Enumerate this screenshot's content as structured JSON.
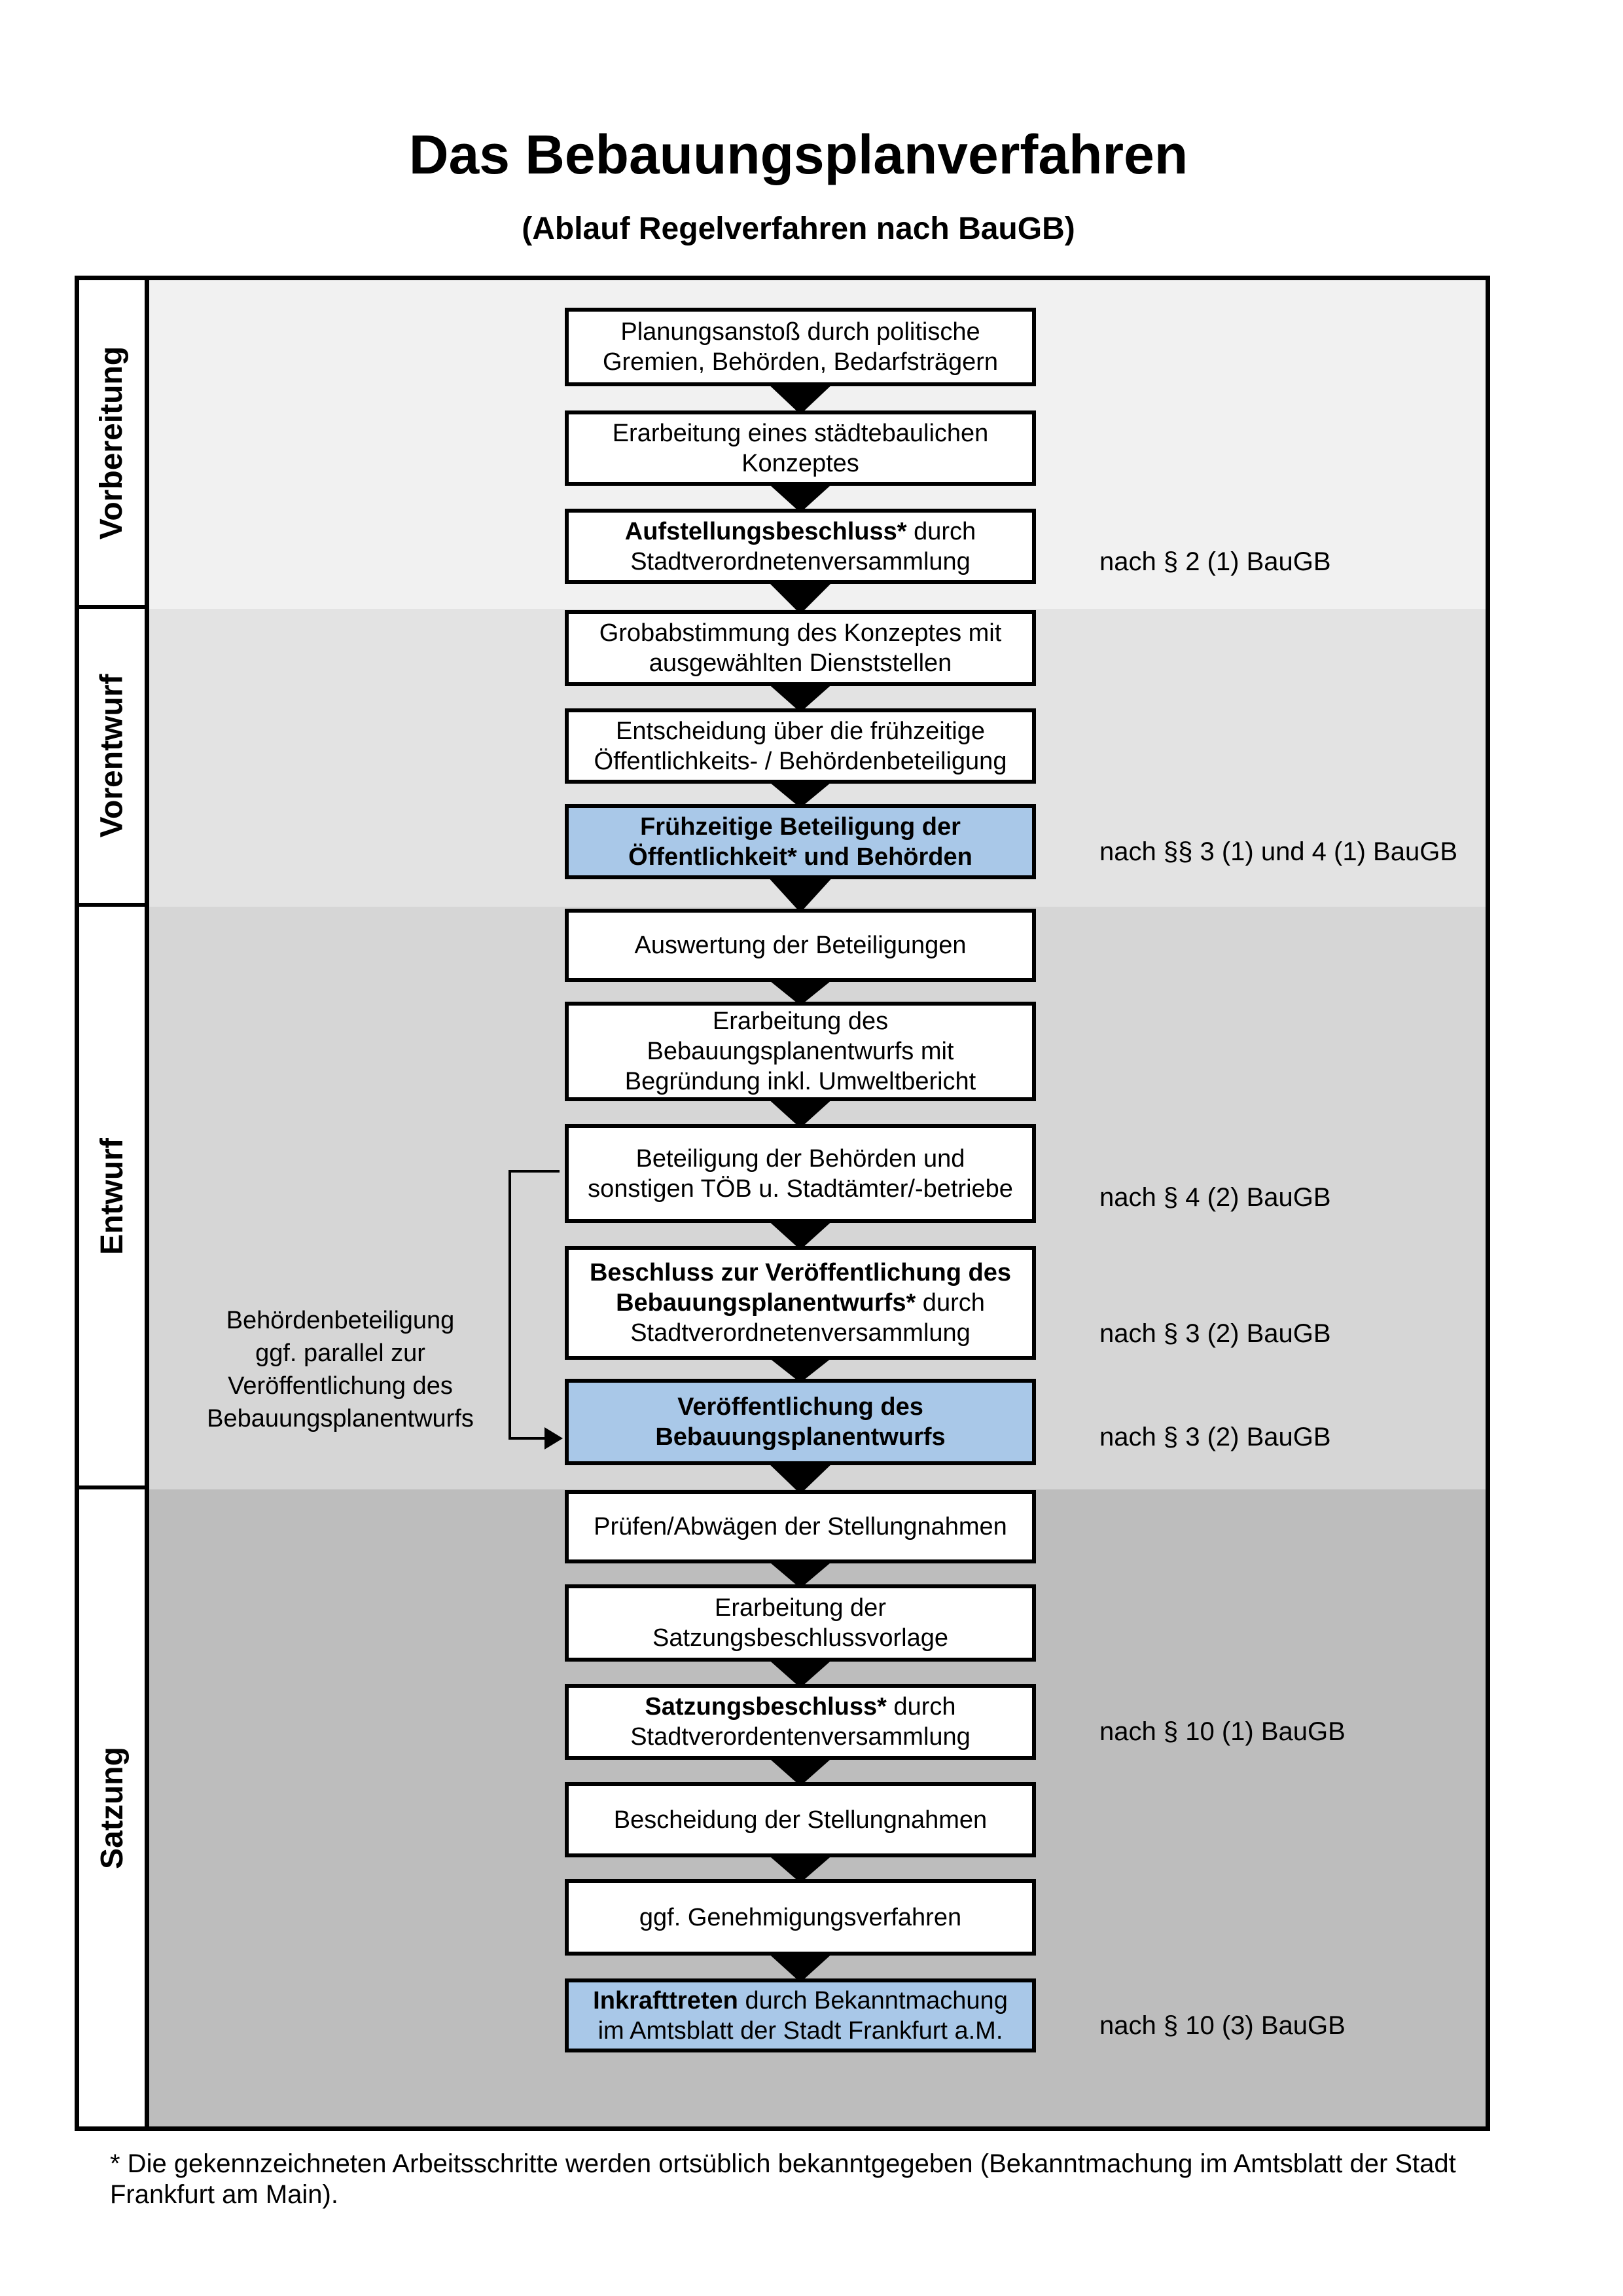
{
  "page": {
    "title": "Das Bebauungsplanverfahren",
    "subtitle": "(Ablauf Regelverfahren nach BauGB)",
    "footnote": "* Die gekennzeichneten Arbeitsschritte werden ortsüblich bekanntgegeben (Bekanntmachung im Amtsblatt der Stadt\nFrankfurt am Main)."
  },
  "colors": {
    "highlight_box": "#a9c8e8",
    "box_bg": "#ffffff",
    "border": "#000000",
    "phase_vorbereitung_bg": "#f1f1f1",
    "phase_vorentwurf_bg": "#e3e3e3",
    "phase_entwurf_bg": "#d6d6d6",
    "phase_satzung_bg": "#bdbdbd"
  },
  "phases": [
    {
      "label": "Vorbereitung"
    },
    {
      "label": "Vorentwurf"
    },
    {
      "label": "Entwurf"
    },
    {
      "label": "Satzung"
    }
  ],
  "side_note": "Behördenbeteiligung\nggf. parallel zur\nVeröffentlichung des\nBebauungsplanentwurfs",
  "steps": [
    {
      "bold": "",
      "text": "Planungsanstoß durch politische\nGremien, Behörden, Bedarfsträgern",
      "highlighted": false,
      "law": ""
    },
    {
      "bold": "",
      "text": "Erarbeitung eines städtebaulichen\nKonzeptes",
      "highlighted": false,
      "law": ""
    },
    {
      "bold": "Aufstellungsbeschluss*",
      "text": " durch\nStadtverordnetenversammlung",
      "highlighted": false,
      "law": "nach § 2 (1) BauGB"
    },
    {
      "bold": "",
      "text": "Grobabstimmung des Konzeptes mit\nausgewählten Dienststellen",
      "highlighted": false,
      "law": ""
    },
    {
      "bold": "",
      "text": "Entscheidung über die frühzeitige\nÖffentlichkeits- / Behördenbeteiligung",
      "highlighted": false,
      "law": ""
    },
    {
      "bold": "Frühzeitige Beteiligung der\nÖffentlichkeit* und Behörden",
      "text": "",
      "highlighted": true,
      "law": "nach §§ 3 (1) und 4 (1) BauGB"
    },
    {
      "bold": "",
      "text": "Auswertung der Beteiligungen",
      "highlighted": false,
      "law": ""
    },
    {
      "bold": "",
      "text": "Erarbeitung des\nBebauungsplanentwurfs mit\nBegründung inkl. Umweltbericht",
      "highlighted": false,
      "law": ""
    },
    {
      "bold": "",
      "text": "Beteiligung der Behörden und\nsonstigen TÖB u. Stadtämter/-betriebe",
      "highlighted": false,
      "law": "nach § 4 (2) BauGB"
    },
    {
      "bold": "Beschluss zur Veröffentlichung des\nBebauungsplanentwurfs*",
      "text": " durch\nStadtverordnetenversammlung",
      "highlighted": false,
      "law": "nach § 3 (2) BauGB"
    },
    {
      "bold": "Veröffentlichung des\nBebauungsplanentwurfs",
      "text": "",
      "highlighted": true,
      "law": "nach § 3 (2) BauGB"
    },
    {
      "bold": "",
      "text": "Prüfen/Abwägen der Stellungnahmen",
      "highlighted": false,
      "law": ""
    },
    {
      "bold": "",
      "text": "Erarbeitung der\nSatzungsbeschlussvorlage",
      "highlighted": false,
      "law": ""
    },
    {
      "bold": "Satzungsbeschluss*",
      "text": " durch\nStadtverordentenversammlung",
      "highlighted": false,
      "law": "nach § 10 (1) BauGB"
    },
    {
      "bold": "",
      "text": "Bescheidung der Stellungnahmen",
      "highlighted": false,
      "law": ""
    },
    {
      "bold": "",
      "text": "ggf. Genehmigungsverfahren",
      "highlighted": false,
      "law": ""
    },
    {
      "bold": "Inkrafttreten",
      "text": " durch Bekanntmachung\nim Amtsblatt der Stadt Frankfurt a.M.",
      "highlighted": true,
      "law": "nach § 10 (3) BauGB"
    }
  ]
}
